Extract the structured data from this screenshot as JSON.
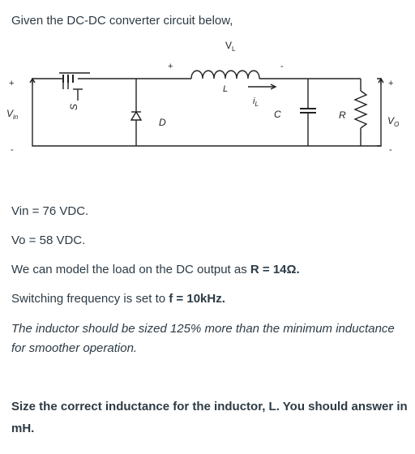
{
  "intro": "Given the DC-DC converter circuit below,",
  "circuit": {
    "label_vl": "V",
    "label_vl_sub": "L",
    "label_l": "L",
    "label_il": "i",
    "label_il_sub": "L",
    "label_s": "S",
    "label_d": "D",
    "label_c": "C",
    "label_r": "R",
    "label_vin": "V",
    "label_vin_sub": "in",
    "label_vo": "V",
    "label_vo_sub": "O",
    "plus": "+",
    "minus": "-"
  },
  "vin": "Vin = 76 VDC.",
  "vo": "Vo = 58 VDC.",
  "model_prefix": "We can model the load on the DC output as ",
  "model_value": "R = 14Ω.",
  "freq_prefix": "Switching frequency is set to ",
  "freq_value": "f = 10kHz.",
  "note": "The inductor should be sized 125% more than the minimum inductance for smoother operation.",
  "question": "Size the correct inductance for the inductor, L. You should answer in mH."
}
